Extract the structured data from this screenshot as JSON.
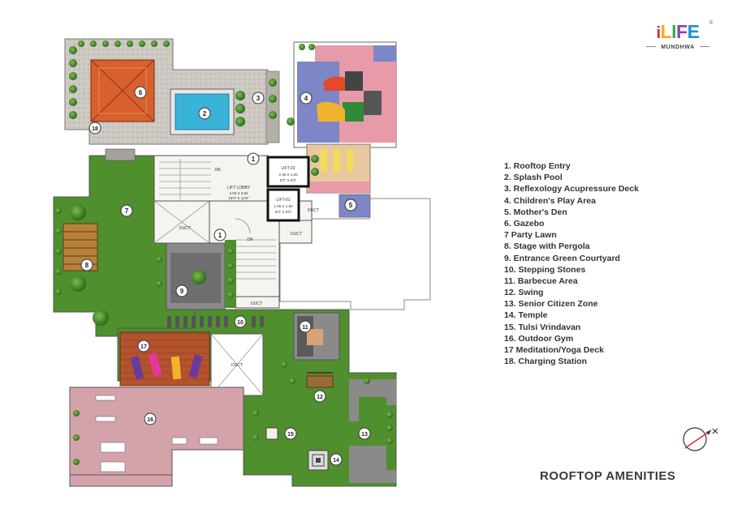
{
  "brand": {
    "logo_letters": [
      "i",
      "L",
      "I",
      "F",
      "E"
    ],
    "logo_colors": [
      "#e8202a",
      "#f5a623",
      "#3cb14a",
      "#8e3fbf",
      "#1b8fd8"
    ],
    "reg_mark": "®",
    "subtitle": "MUNDHWA"
  },
  "title": "ROOFTOP AMENITIES",
  "plan": {
    "room_labels": {
      "lift02_name": "LIFT-02",
      "lift02_dim1": "2.36 X 1.60",
      "lift02_dim2": "6'3\" X 6'0\"",
      "lift01_name": "LIFT-01",
      "lift01_dim1": "1.90 X 1.60",
      "lift01_dim2": "6'3\" X 5'0\"",
      "lobby_name": "LIFT LOBBY",
      "lobby_dim1": "3.06 X 3.94",
      "lobby_dim2": "10'0\" X 13'0\"",
      "dn1": "DN",
      "dn2": "DN",
      "duct1": "DUCT",
      "duct2": "DUCT",
      "duct3": "DUCT",
      "duct4": "DUCT",
      "duct5": "DUCT"
    },
    "markers": [
      "1",
      "2",
      "3",
      "4",
      "5",
      "6",
      "7",
      "8",
      "9",
      "10",
      "11",
      "12",
      "13",
      "14",
      "15",
      "16",
      "17",
      "1",
      "18"
    ]
  },
  "legend": [
    "1. Rooftop Entry",
    "2. Splash Pool",
    "3. Reflexology Acupressure Deck",
    "4. Children's Play Area",
    "5. Mother's Den",
    "6. Gazebo",
    "7 Party Lawn",
    "8. Stage with Pergola",
    "9. Entrance Green Courtyard",
    "10. Stepping Stones",
    "11. Barbecue Area",
    "12. Swing",
    "13. Senior Citizen Zone",
    "14. Temple",
    "15. Tulsi Vrindavan",
    "16. Outdoor Gym",
    "17 Meditation/Yoga Deck",
    "18. Charging Station"
  ],
  "colors": {
    "lawn": "#4f8f2e",
    "gravel": "#c9c4bd",
    "gym_floor": "#d4a3aa",
    "deck": "#b9552e",
    "pool": "#3ab3d8",
    "play_blue": "#7d86c6",
    "play_pink": "#e79aa8",
    "outline": "#555555"
  }
}
